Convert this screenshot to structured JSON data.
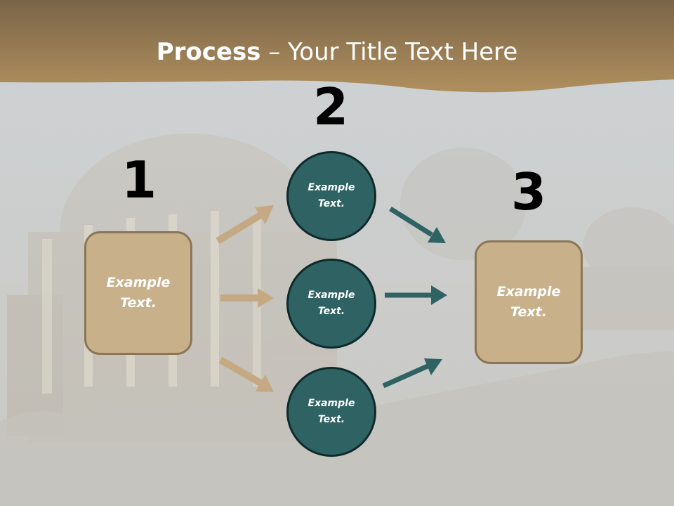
{
  "title": {
    "bold": "Process",
    "rest": " – Your Title Text Here"
  },
  "step_numbers": [
    "1",
    "2",
    "3"
  ],
  "left_box": {
    "line1": "Example",
    "line2": "Text."
  },
  "circles": [
    {
      "line1": "Example",
      "line2": "Text."
    },
    {
      "line1": "Example",
      "line2": "Text."
    },
    {
      "line1": "Example",
      "line2": "Text."
    }
  ],
  "right_box": {
    "line1": "Example",
    "line2": "Text."
  },
  "colors": {
    "header": "#9a7d4d",
    "box_fill": "#c8b08a",
    "circle_fill": "#2f6263",
    "tan_arrow": "#c4a982",
    "teal_arrow": "#2f6263"
  }
}
